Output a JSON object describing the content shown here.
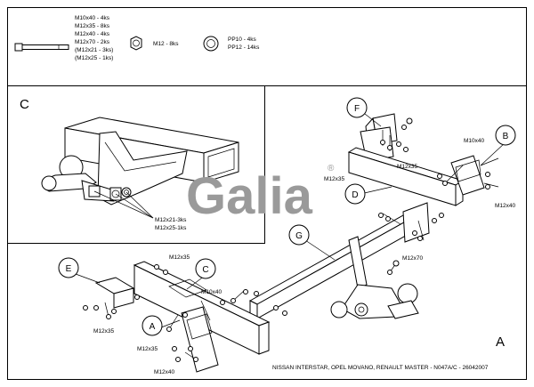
{
  "legend": {
    "bolts": [
      "M10x40 - 4ks",
      "M12x35 - 8ks",
      "M12x40 - 4ks",
      "M12x70 - 2ks",
      "(M12x21 - 3ks)",
      "(M12x25 - 1ks)"
    ],
    "nut": "M12 - 8ks",
    "washers": [
      "PP10 - 4ks",
      "PP12 - 14ks"
    ]
  },
  "view_c": {
    "letter": "C",
    "labels": [
      "M12x21-3ks",
      "M12x25-1ks"
    ]
  },
  "logo": {
    "text": "Galia",
    "mark": "®"
  },
  "parts": {
    "b": "B",
    "c": "C",
    "d": "D",
    "e": "E",
    "f": "F",
    "g": "G",
    "a": "A"
  },
  "callouts": {
    "f_bolts": "M12x35",
    "b_top": "M10x40",
    "b_bottom": "M12x40",
    "d_left": "M12x35",
    "g_right": "M12x70",
    "e_bolts": "M12x35",
    "c_top": "M12x35",
    "c_mid": "M10x40",
    "a_top": "M12x35",
    "a_bottom": "M12x40"
  },
  "view_a": {
    "letter": "A"
  },
  "footer": "NISSAN INTERSTAR, OPEL MOVANO, RENAULT MASTER - N047A/C - 26042007"
}
